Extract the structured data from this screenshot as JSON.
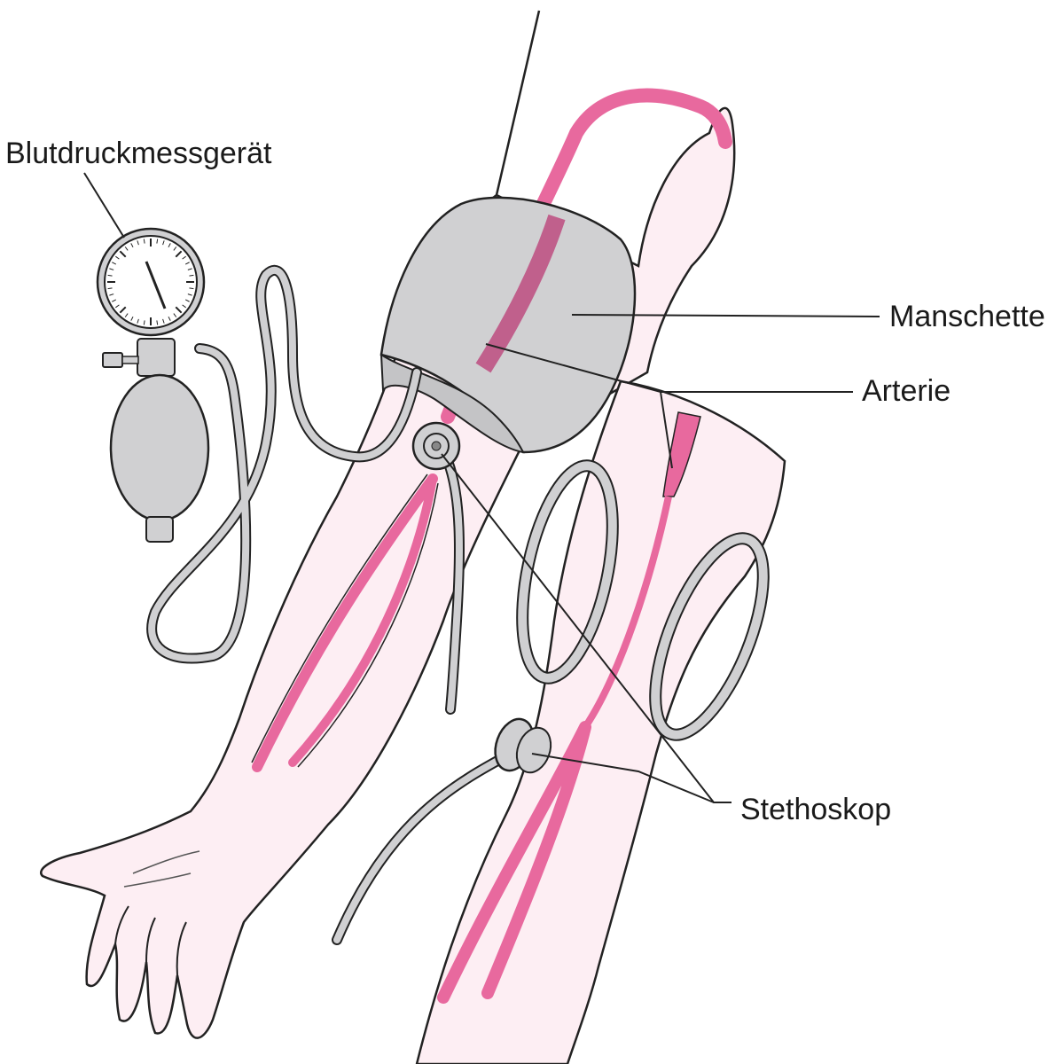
{
  "labels": {
    "meter": "Blutdruckmessgerät",
    "cuff": "Manschette",
    "artery": "Arterie",
    "stethoscope": "Stethoskop"
  },
  "colors": {
    "skin": "#fdeef3",
    "artery": "#e8699e",
    "artery_under_cuff": "#c0608c",
    "device": "#d0d0d2",
    "outline": "#222222",
    "background": "#ffffff"
  }
}
